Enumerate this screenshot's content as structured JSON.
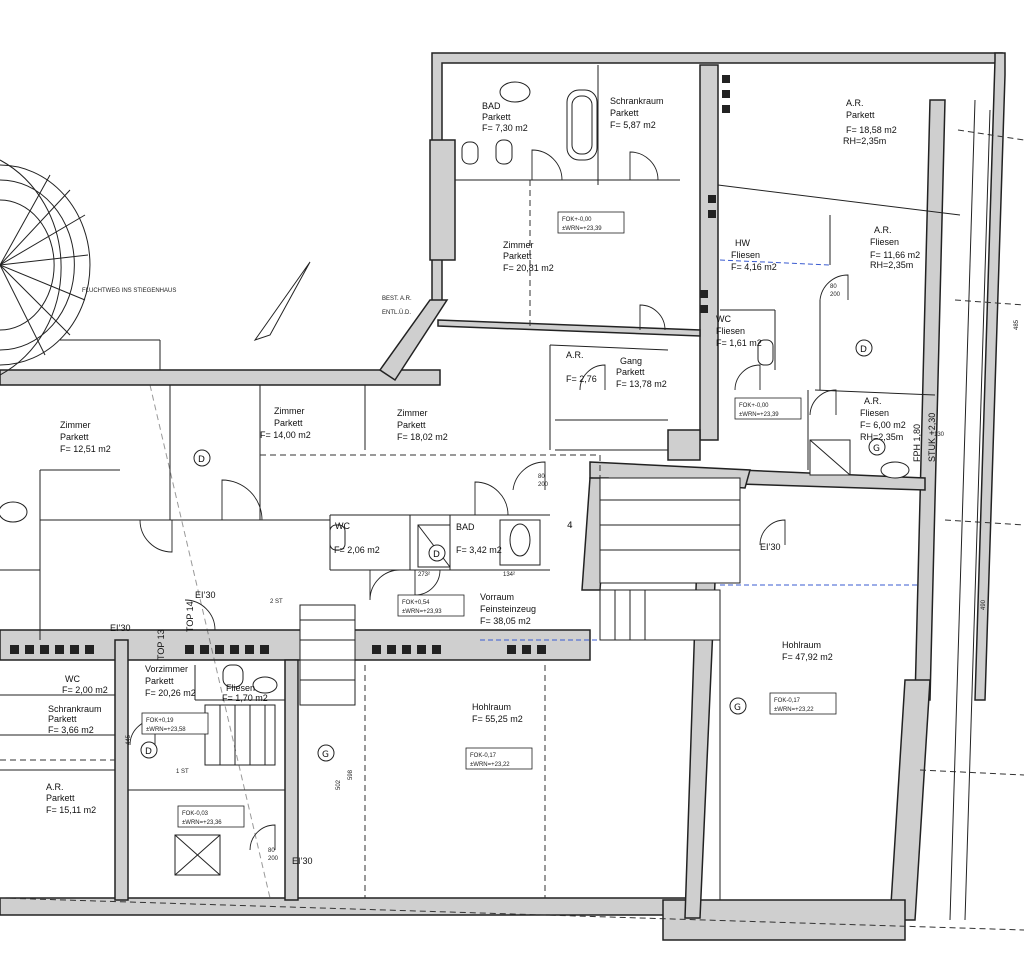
{
  "rooms": {
    "bad": {
      "name": "BAD",
      "floor": "Parkett",
      "area": "F= 7,30 m2"
    },
    "schrank_top": {
      "name": "Schrankraum",
      "floor": "Parkett",
      "area": "F= 5,87 m2"
    },
    "ar_top": {
      "name": "A.R.",
      "floor": "Parkett",
      "area": "F= 18,58 m2",
      "height": "RH=2,35m"
    },
    "zimmer_mid": {
      "name": "Zimmer",
      "floor": "Parkett",
      "area": "F= 20,81 m2"
    },
    "ar_fliesen1": {
      "name": "A.R.",
      "floor": "Fliesen",
      "area": "F= 11,66 m2",
      "height": "RH=2,35m"
    },
    "hw": {
      "name": "HW",
      "floor": "Fliesen",
      "area": "F= 4,16 m2"
    },
    "wc_right": {
      "name": "WC",
      "floor": "Fliesen",
      "area": "F= 1,61 m2"
    },
    "gang": {
      "name": "Gang",
      "floor": "Parkett",
      "area": "F= 13,78 m2"
    },
    "ar_small": {
      "name": "A.R.",
      "area": "F= 2,76"
    },
    "ar_fliesen2": {
      "name": "A.R.",
      "floor": "Fliesen",
      "area": "F= 6,00 m2",
      "height": "RH=2,35m"
    },
    "zimmer_a": {
      "name": "Zimmer",
      "floor": "Parkett",
      "area": "F= 12,51 m2"
    },
    "zimmer_b": {
      "name": "Zimmer",
      "floor": "Parkett",
      "area": "F= 14,00 m2"
    },
    "zimmer_c": {
      "name": "Zimmer",
      "floor": "Parkett",
      "area": "F= 18,02 m2"
    },
    "wc_mid": {
      "name": "WC",
      "area": "F= 2,06 m2"
    },
    "bad_mid": {
      "name": "BAD",
      "area": "F= 3,42 m2"
    },
    "vorraum": {
      "name": "Vorraum",
      "floor": "Feinsteinzeug",
      "area": "F= 38,05 m2"
    },
    "hohlraum_right": {
      "name": "Hohlraum",
      "area": "F= 47,92 m2"
    },
    "hohlraum_mid": {
      "name": "Hohlraum",
      "area": "F= 55,25 m2"
    },
    "vorzimmer": {
      "name": "Vorzimmer",
      "floor": "Parkett",
      "area": "F= 20,26 m2"
    },
    "wc_left": {
      "name": "WC",
      "area": "F= 2,00 m2"
    },
    "schrank_left": {
      "name": "Schrankraum",
      "floor": "Parkett",
      "area": "F= 3,66 m2"
    },
    "ar_left": {
      "name": "A.R.",
      "floor": "Parkett",
      "area": "F= 15,11 m2"
    },
    "fliesen_small": {
      "name": "Fliesen",
      "area": "F= 1,70 m2"
    }
  },
  "level_tags": {
    "t1": {
      "fok": "FOK+-0,00",
      "wrn": "±WRN=+23,39"
    },
    "t2": {
      "fok": "FOK+-0,00",
      "wrn": "±WRN=+23,39"
    },
    "t3": {
      "fok": "FOK+0,54",
      "wrn": "±WRN=+23,93"
    },
    "t4": {
      "fok": "FOK-0,17",
      "wrn": "±WRN=+23,22"
    },
    "t5": {
      "fok": "FOK-0,17",
      "wrn": "±WRN=+23,22"
    },
    "t6": {
      "fok": "FOK+0,19",
      "wrn": "±WRN=+23,58"
    },
    "t7": {
      "fok": "FOK-0,03",
      "wrn": "±WRN=+23,36"
    }
  },
  "markers": {
    "d": "D",
    "g": "G"
  },
  "labels": {
    "top13": "TOP 13",
    "top14": "TOP 14",
    "el30_a": "EI’30",
    "el30_b": "EI’30",
    "el30_c": "EI’30",
    "el30_d": "EI’30",
    "fph": "FPH 1,80",
    "stuk": "STUK +2,30",
    "best_ar": "BEST. A.R.",
    "entl": "ENTL.Ü.D.",
    "fluchtweg": "FLUCHTWEG INS STIEGENHAUS",
    "st2": "2 ST",
    "st1": "1 ST",
    "step4": "4",
    "door_80": "80",
    "door_200": "200",
    "dim_445": "445",
    "dim_502": "502",
    "dim_598": "598",
    "dim_485": "485",
    "dim_490": "490",
    "dim_130": "130",
    "dim_273": "273²",
    "dim_134": "134²"
  }
}
